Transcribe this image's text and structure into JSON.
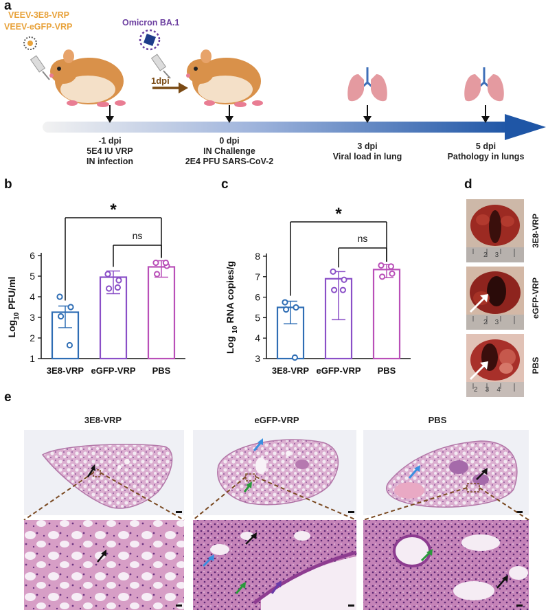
{
  "panel_letters": {
    "a": "a",
    "b": "b",
    "c": "c",
    "d": "d",
    "e": "e"
  },
  "panel_a": {
    "vrp_line1": "VEEV-3E8-VRP",
    "vrp_line2": "VEEV-eGFP-VRP",
    "omicron": "Omicron BA.1",
    "interval": "1dpi",
    "timeline": [
      {
        "line1": "-1 dpi",
        "line2": "5E4 IU VRP",
        "line3": "IN infection"
      },
      {
        "line1": "0 dpi",
        "line2": "IN Challenge",
        "line3": "2E4 PFU SARS-CoV-2"
      },
      {
        "line1": "3 dpi",
        "line2": "Viral load in lung",
        "line3": ""
      },
      {
        "line1": "5 dpi",
        "line2": "Pathology in lungs",
        "line3": ""
      }
    ]
  },
  "chart_data": [
    {
      "type": "bar",
      "panel": "b",
      "categories": [
        "3E8-VRP",
        "eGFP-VRP",
        "PBS"
      ],
      "values": [
        3.25,
        4.95,
        5.45
      ],
      "error": [
        [
          2.5,
          3.55
        ],
        [
          4.15,
          5.25
        ],
        [
          4.95,
          5.75
        ]
      ],
      "points": [
        [
          4.0,
          3.5,
          3.05,
          1.65
        ],
        [
          5.1,
          4.8,
          4.4,
          4.45
        ],
        [
          5.65,
          5.5,
          5.1,
          5.65
        ]
      ],
      "ylabel_parts": {
        "pre": "Log",
        "sub": "10",
        "post": " PFU/ml"
      },
      "ylim": [
        1,
        6
      ],
      "yticks": [
        "1",
        "2",
        "3",
        "4",
        "5",
        "6"
      ],
      "colors": [
        "#2e6db4",
        "#8a4fc7",
        "#b94fb8"
      ],
      "annotations": [
        {
          "label": "*",
          "from": "3E8-VRP",
          "to": "PBS"
        },
        {
          "label": "ns",
          "from": "eGFP-VRP",
          "to": "PBS"
        }
      ]
    },
    {
      "type": "bar",
      "panel": "c",
      "categories": [
        "3E8-VRP",
        "eGFP-VRP",
        "PBS"
      ],
      "values": [
        5.5,
        6.9,
        7.35
      ],
      "error": [
        [
          4.7,
          5.8
        ],
        [
          4.9,
          7.25
        ],
        [
          6.95,
          7.6
        ]
      ],
      "points": [
        [
          5.75,
          5.5,
          5.4,
          3.05
        ],
        [
          7.25,
          6.85,
          6.35,
          6.35
        ],
        [
          7.55,
          7.15,
          7.0,
          7.5
        ]
      ],
      "ylabel_parts": {
        "pre": "Log ",
        "sub": "10",
        "post": " RNA copies/g"
      },
      "ylim": [
        3,
        8
      ],
      "yticks": [
        "3",
        "4",
        "5",
        "6",
        "7",
        "8"
      ],
      "colors": [
        "#2e6db4",
        "#8a4fc7",
        "#b94fb8"
      ],
      "annotations": [
        {
          "label": "*",
          "from": "3E8-VRP",
          "to": "PBS"
        },
        {
          "label": "ns",
          "from": "eGFP-VRP",
          "to": "PBS"
        }
      ]
    }
  ],
  "panel_d": {
    "rows": [
      {
        "label": "3E8-VRP",
        "ruler": "2    3"
      },
      {
        "label": "eGFP-VRP",
        "ruler": "2    3"
      },
      {
        "label": "PBS",
        "ruler": "2    3    4"
      }
    ]
  },
  "panel_e": {
    "titles": [
      "3E8-VRP",
      "eGFP-VRP",
      "PBS"
    ]
  },
  "colors": {
    "arrow_black": "#111111",
    "arrow_blue": "#3a8fe0",
    "arrow_green": "#2a9a3a",
    "arrow_purple": "#6a3aa8",
    "he_pink": "#e7b6d0",
    "he_purple": "#a069b0",
    "timeline_dark": "#1f56a6"
  }
}
